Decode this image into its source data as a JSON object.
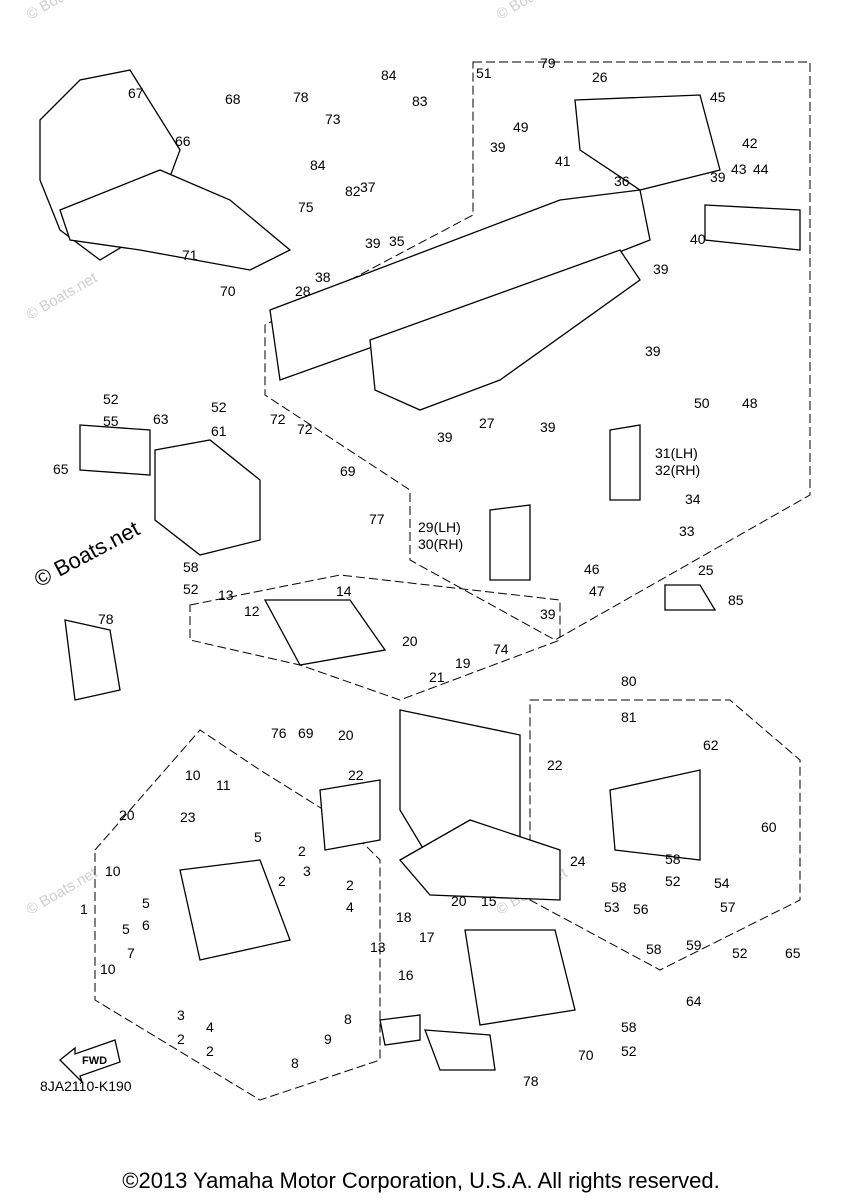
{
  "diagram": {
    "type": "exploded parts diagram",
    "part_callouts": [
      {
        "id": "c67",
        "label": "67"
      },
      {
        "id": "c68",
        "label": "68"
      },
      {
        "id": "c66",
        "label": "66"
      },
      {
        "id": "c71",
        "label": "71"
      },
      {
        "id": "c70a",
        "label": "70"
      },
      {
        "id": "c78a",
        "label": "78"
      },
      {
        "id": "c73",
        "label": "73"
      },
      {
        "id": "c84a",
        "label": "84"
      },
      {
        "id": "c83",
        "label": "83"
      },
      {
        "id": "c84b",
        "label": "84"
      },
      {
        "id": "c82",
        "label": "82"
      },
      {
        "id": "c75",
        "label": "75"
      },
      {
        "id": "c39a",
        "label": "39"
      },
      {
        "id": "c35",
        "label": "35"
      },
      {
        "id": "c37",
        "label": "37"
      },
      {
        "id": "c38",
        "label": "38"
      },
      {
        "id": "c28",
        "label": "28"
      },
      {
        "id": "c72a",
        "label": "72"
      },
      {
        "id": "c72b",
        "label": "72"
      },
      {
        "id": "c51",
        "label": "51"
      },
      {
        "id": "c79",
        "label": "79"
      },
      {
        "id": "c26",
        "label": "26"
      },
      {
        "id": "c45",
        "label": "45"
      },
      {
        "id": "c49",
        "label": "49"
      },
      {
        "id": "c39b",
        "label": "39"
      },
      {
        "id": "c41",
        "label": "41"
      },
      {
        "id": "c42",
        "label": "42"
      },
      {
        "id": "c43",
        "label": "43"
      },
      {
        "id": "c44",
        "label": "44"
      },
      {
        "id": "c39c",
        "label": "39"
      },
      {
        "id": "c36",
        "label": "36"
      },
      {
        "id": "c40",
        "label": "40"
      },
      {
        "id": "c39d",
        "label": "39"
      },
      {
        "id": "c39e",
        "label": "39"
      },
      {
        "id": "c50",
        "label": "50"
      },
      {
        "id": "c48",
        "label": "48"
      },
      {
        "id": "c27",
        "label": "27"
      },
      {
        "id": "c39f",
        "label": "39"
      },
      {
        "id": "c39g",
        "label": "39"
      },
      {
        "id": "c31",
        "label": "31(LH)"
      },
      {
        "id": "c32",
        "label": "32(RH)"
      },
      {
        "id": "c34",
        "label": "34"
      },
      {
        "id": "c33",
        "label": "33"
      },
      {
        "id": "c29",
        "label": "29(LH)"
      },
      {
        "id": "c30",
        "label": "30(RH)"
      },
      {
        "id": "c46",
        "label": "46"
      },
      {
        "id": "c47",
        "label": "47"
      },
      {
        "id": "c39h",
        "label": "39"
      },
      {
        "id": "c25",
        "label": "25"
      },
      {
        "id": "c85",
        "label": "85"
      },
      {
        "id": "c69a",
        "label": "69"
      },
      {
        "id": "c77",
        "label": "77"
      },
      {
        "id": "c52a",
        "label": "52"
      },
      {
        "id": "c55",
        "label": "55"
      },
      {
        "id": "c63",
        "label": "63"
      },
      {
        "id": "c52b",
        "label": "52"
      },
      {
        "id": "c61",
        "label": "61"
      },
      {
        "id": "c65a",
        "label": "65"
      },
      {
        "id": "c58a",
        "label": "58"
      },
      {
        "id": "c52c",
        "label": "52"
      },
      {
        "id": "c13a",
        "label": "13"
      },
      {
        "id": "c12",
        "label": "12"
      },
      {
        "id": "c14",
        "label": "14"
      },
      {
        "id": "c78b",
        "label": "78"
      },
      {
        "id": "c20a",
        "label": "20"
      },
      {
        "id": "c19",
        "label": "19"
      },
      {
        "id": "c74",
        "label": "74"
      },
      {
        "id": "c21",
        "label": "21"
      },
      {
        "id": "c80",
        "label": "80"
      },
      {
        "id": "c81",
        "label": "81"
      },
      {
        "id": "c76",
        "label": "76"
      },
      {
        "id": "c69b",
        "label": "69"
      },
      {
        "id": "c20b",
        "label": "20"
      },
      {
        "id": "c22a",
        "label": "22"
      },
      {
        "id": "c22b",
        "label": "22"
      },
      {
        "id": "c62",
        "label": "62"
      },
      {
        "id": "c10a",
        "label": "10"
      },
      {
        "id": "c11",
        "label": "11"
      },
      {
        "id": "c23",
        "label": "23"
      },
      {
        "id": "c20c",
        "label": "20"
      },
      {
        "id": "c5a",
        "label": "5"
      },
      {
        "id": "c60",
        "label": "60"
      },
      {
        "id": "c2a",
        "label": "2"
      },
      {
        "id": "c3a",
        "label": "3"
      },
      {
        "id": "c24",
        "label": "24"
      },
      {
        "id": "c58b",
        "label": "58"
      },
      {
        "id": "c52d",
        "label": "52"
      },
      {
        "id": "c10b",
        "label": "10"
      },
      {
        "id": "c2b",
        "label": "2"
      },
      {
        "id": "c2c",
        "label": "2"
      },
      {
        "id": "c4a",
        "label": "4"
      },
      {
        "id": "c54",
        "label": "54"
      },
      {
        "id": "c58c",
        "label": "58"
      },
      {
        "id": "c1",
        "label": "1"
      },
      {
        "id": "c5b",
        "label": "5"
      },
      {
        "id": "c6",
        "label": "6"
      },
      {
        "id": "c20d",
        "label": "20"
      },
      {
        "id": "c15",
        "label": "15"
      },
      {
        "id": "c53",
        "label": "53"
      },
      {
        "id": "c56",
        "label": "56"
      },
      {
        "id": "c57",
        "label": "57"
      },
      {
        "id": "c5c",
        "label": "5"
      },
      {
        "id": "c7",
        "label": "7"
      },
      {
        "id": "c18",
        "label": "18"
      },
      {
        "id": "c17",
        "label": "17"
      },
      {
        "id": "c58d",
        "label": "58"
      },
      {
        "id": "c59",
        "label": "59"
      },
      {
        "id": "c13b",
        "label": "13"
      },
      {
        "id": "c52e",
        "label": "52"
      },
      {
        "id": "c65b",
        "label": "65"
      },
      {
        "id": "c10c",
        "label": "10"
      },
      {
        "id": "c16",
        "label": "16"
      },
      {
        "id": "c8a",
        "label": "8"
      },
      {
        "id": "c64",
        "label": "64"
      },
      {
        "id": "c3b",
        "label": "3"
      },
      {
        "id": "c2d",
        "label": "2"
      },
      {
        "id": "c4b",
        "label": "4"
      },
      {
        "id": "c2e",
        "label": "2"
      },
      {
        "id": "c9",
        "label": "9"
      },
      {
        "id": "c58e",
        "label": "58"
      },
      {
        "id": "c52f",
        "label": "52"
      },
      {
        "id": "c70b",
        "label": "70"
      },
      {
        "id": "c8b",
        "label": "8"
      },
      {
        "id": "c78c",
        "label": "78"
      }
    ],
    "fwd_label": "FWD",
    "diagram_code": "8JA2110-K190",
    "watermark": "© Boats.net",
    "copyright": "©2013 Yamaha Motor Corporation, U.S.A. All rights reserved."
  }
}
